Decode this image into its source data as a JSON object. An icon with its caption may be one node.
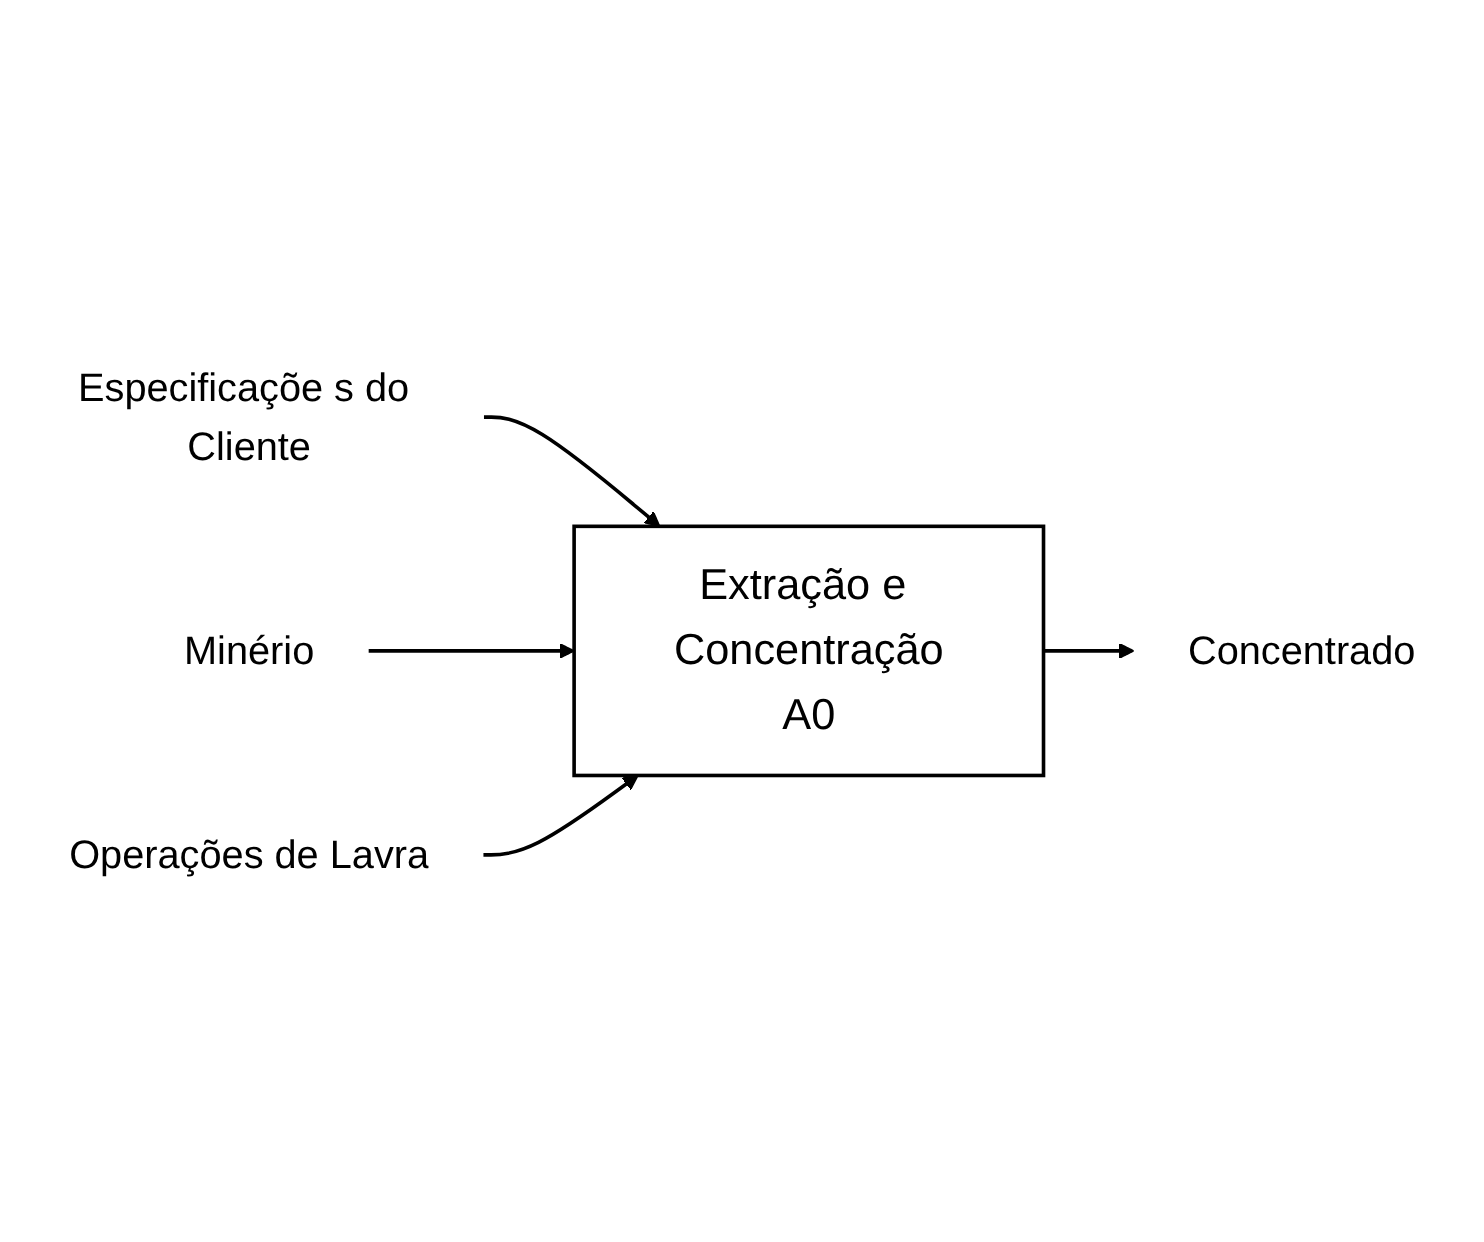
{
  "diagram": {
    "nodes": [
      {
        "text": [
          "Especificaçõe s do Cliente"
        ]
      },
      {
        "text": [
          "Minério"
        ]
      },
      {
        "text": [
          "Extração e Concentração",
          "A0"
        ]
      },
      {
        "text": [
          "Concentrado"
        ]
      },
      {
        "text": [
          "Operações de Lavra"
        ]
      }
    ],
    "edges": [
      {
        "from": 0,
        "to": 2,
        "arrow": "to"
      },
      {
        "from": 1,
        "to": 2,
        "arrow": "to"
      },
      {
        "from": 2,
        "to": 3,
        "arrow": "to"
      },
      {
        "from": 4,
        "to": 2,
        "arrow": "to"
      }
    ]
  }
}
